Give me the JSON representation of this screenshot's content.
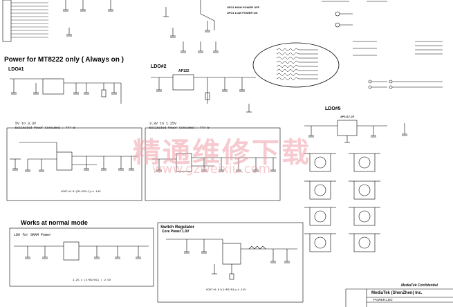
{
  "sections": {
    "power_header": "Power for MT8222 only ( Always on )",
    "normal_header": "Works at  normal mode"
  },
  "ldo": {
    "ldo1": "LDO#1",
    "ldo2": "LDO#2",
    "ldo5": "LDO#5",
    "ap_label": "AP122",
    "ap_ldo5": "AP1117-25"
  },
  "rails": {
    "r1": "5V to 3.3V",
    "r2": "3.3V to 1.25V",
    "est1": "Estimated Power Consumed : ??? W",
    "est2": "Estimated Power Consumed : ??? W",
    "formula1": "VOUT=0.8*(R1/R2+1)=1.14V",
    "sram_title": "LDO for SRAM Power",
    "sram_formula": "1.25 x (1+R2/R1) = 2.5V",
    "switch_title": "Switch Regulator",
    "core_power": "Core Power 1.0V",
    "switch_formula": "VOUT=0.6*(1+R2/R1)=1.12V"
  },
  "notes": {
    "ufg_high": "UFG1 HIGH POWER OFF",
    "ufg_low": "UFG1 LOW POWER ON"
  },
  "title_block": {
    "conf": "MediaTek Confidential",
    "company": "MediaTek (ShenZhen) Inc.",
    "sheet": "POWER,LDO"
  },
  "watermark": {
    "cn": "精通维修下载",
    "url": "www.gzweixiu.com"
  },
  "icons": {
    "gnd": "ground-symbol-icon",
    "cap": "capacitor-icon",
    "ic": "ic-chip-icon",
    "connector": "connector-icon"
  }
}
